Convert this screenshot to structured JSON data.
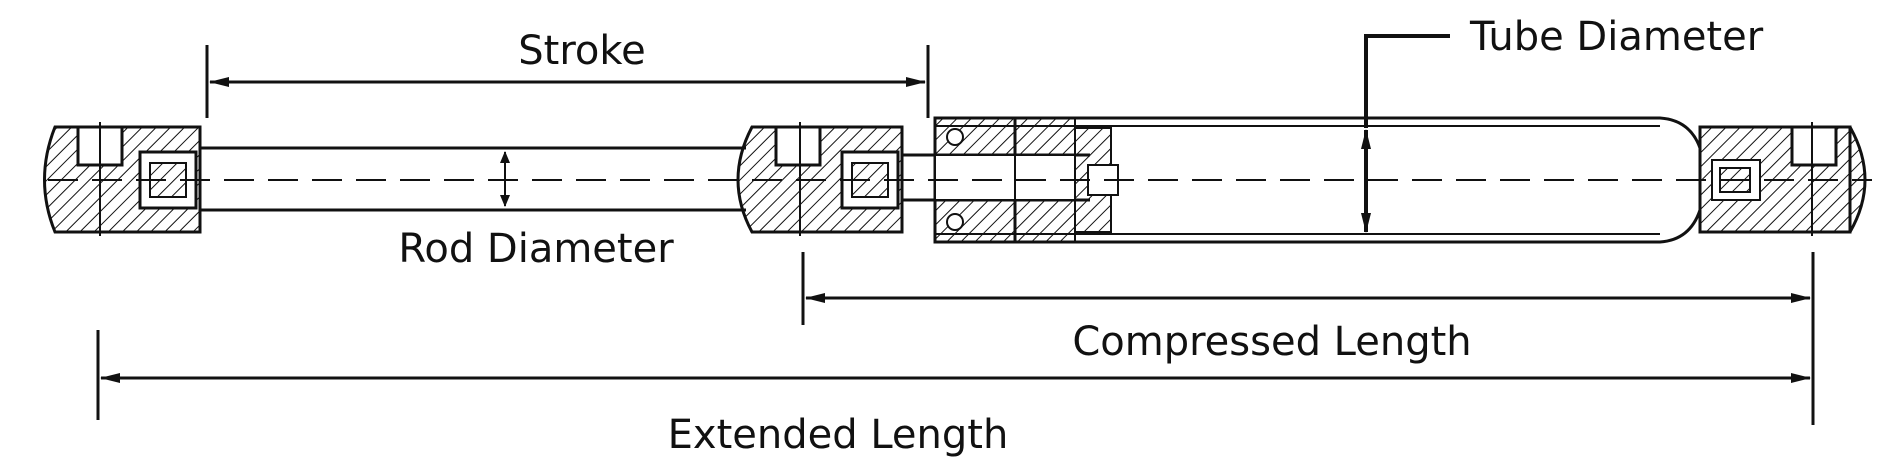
{
  "labels": {
    "stroke": "Stroke",
    "rod_diameter": "Rod Diameter",
    "tube_diameter": "Tube Diameter",
    "compressed_length": "Compressed Length",
    "extended_length": "Extended Length"
  },
  "colors": {
    "line": "#111111",
    "background": "#ffffff"
  }
}
